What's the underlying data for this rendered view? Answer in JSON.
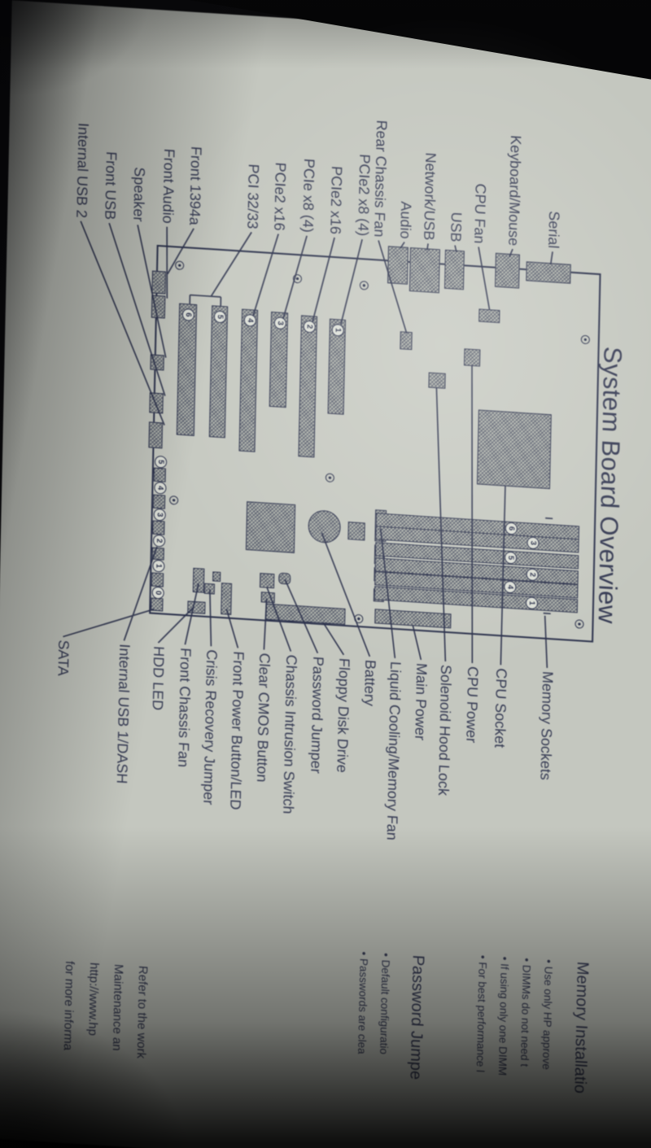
{
  "photo": {
    "paper_color": "#c6c9c1",
    "ink_color": "#2b314c",
    "background_color": "#0a0a0c"
  },
  "page": {
    "title": "System Board Overview",
    "left_labels": [
      "Serial",
      "Keyboard/Mouse",
      "CPU Fan",
      "USB",
      "Network/USB",
      "Audio",
      "Rear Chassis Fan",
      "PCIe2 x8 (4)",
      "PCIe2 x16",
      "PCIe x8 (4)",
      "PCIe2 x16",
      "PCI 32/33",
      "Front 1394a",
      "Front Audio",
      "Speaker",
      "Front USB",
      "Internal USB 2"
    ],
    "right_labels": [
      "Memory Sockets",
      "CPU Socket",
      "CPU Power",
      "Solenoid Hood Lock",
      "Main Power",
      "Liquid Cooling/Memory Fan",
      "Battery",
      "Floppy Disk Drive",
      "Password Jumper",
      "Chassis Intrusion Switch",
      "Clear CMOS Button",
      "Front Power Button/LED",
      "Crisis Recovery Jumper",
      "Front Chassis Fan",
      "HDD LED",
      "Internal USB 1/DASH",
      "SATA"
    ],
    "slot_numbers": [
      "1",
      "2",
      "3",
      "4",
      "5",
      "6"
    ],
    "memory_socket_numbers": [
      "6",
      "3",
      "5",
      "2",
      "4",
      "1"
    ],
    "sata_port_numbers": [
      "5",
      "4",
      "3",
      "2",
      "1",
      "0"
    ],
    "memory_installation": {
      "heading": "Memory Installatio",
      "bullets": [
        "Use only HP approve",
        "DIMMs do not need t",
        "If using only one DIMM",
        "For best performance l"
      ]
    },
    "password_jumper_note": {
      "heading": "Password Jumpe",
      "bullets": [
        "Default configuratio",
        "Passwords are clea"
      ]
    },
    "reference_note": {
      "lines": [
        "Refer to the work",
        "Maintenance an",
        "http://www.hp",
        "for more informa"
      ]
    }
  }
}
